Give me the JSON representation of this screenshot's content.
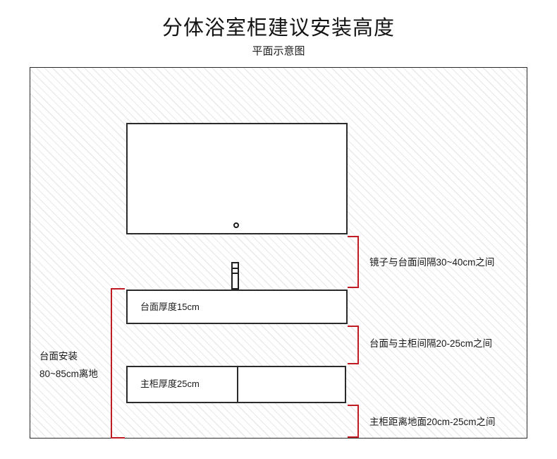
{
  "header": {
    "title": "分体浴室柜建议安装高度",
    "subtitle": "平面示意图"
  },
  "diagram": {
    "components": {
      "mirror": {
        "name": "mirror",
        "label": ""
      },
      "countertop": {
        "name": "countertop",
        "label": "台面厚度15cm"
      },
      "main_cabinet": {
        "name": "main-cabinet",
        "label": "主柜厚度25cm"
      },
      "faucet": {
        "name": "faucet"
      },
      "mirror_sensor": {
        "name": "mirror-touch-sensor"
      }
    },
    "left_annotation": {
      "line1": "台面安装",
      "line2": "80~85cm离地"
    },
    "annotations": [
      {
        "id": "mirror-to-countertop",
        "text": "镜子与台面间隔30~40cm之间"
      },
      {
        "id": "countertop-to-cabinet",
        "text": "台面与主柜间隔20-25cm之间"
      },
      {
        "id": "cabinet-to-floor",
        "text": "主柜距离地面20cm-25cm之间"
      }
    ],
    "colors": {
      "bracket": "#c11b23",
      "outline": "#2b2b2b",
      "hatch": "#e9e9e9",
      "background": "#ffffff"
    }
  }
}
